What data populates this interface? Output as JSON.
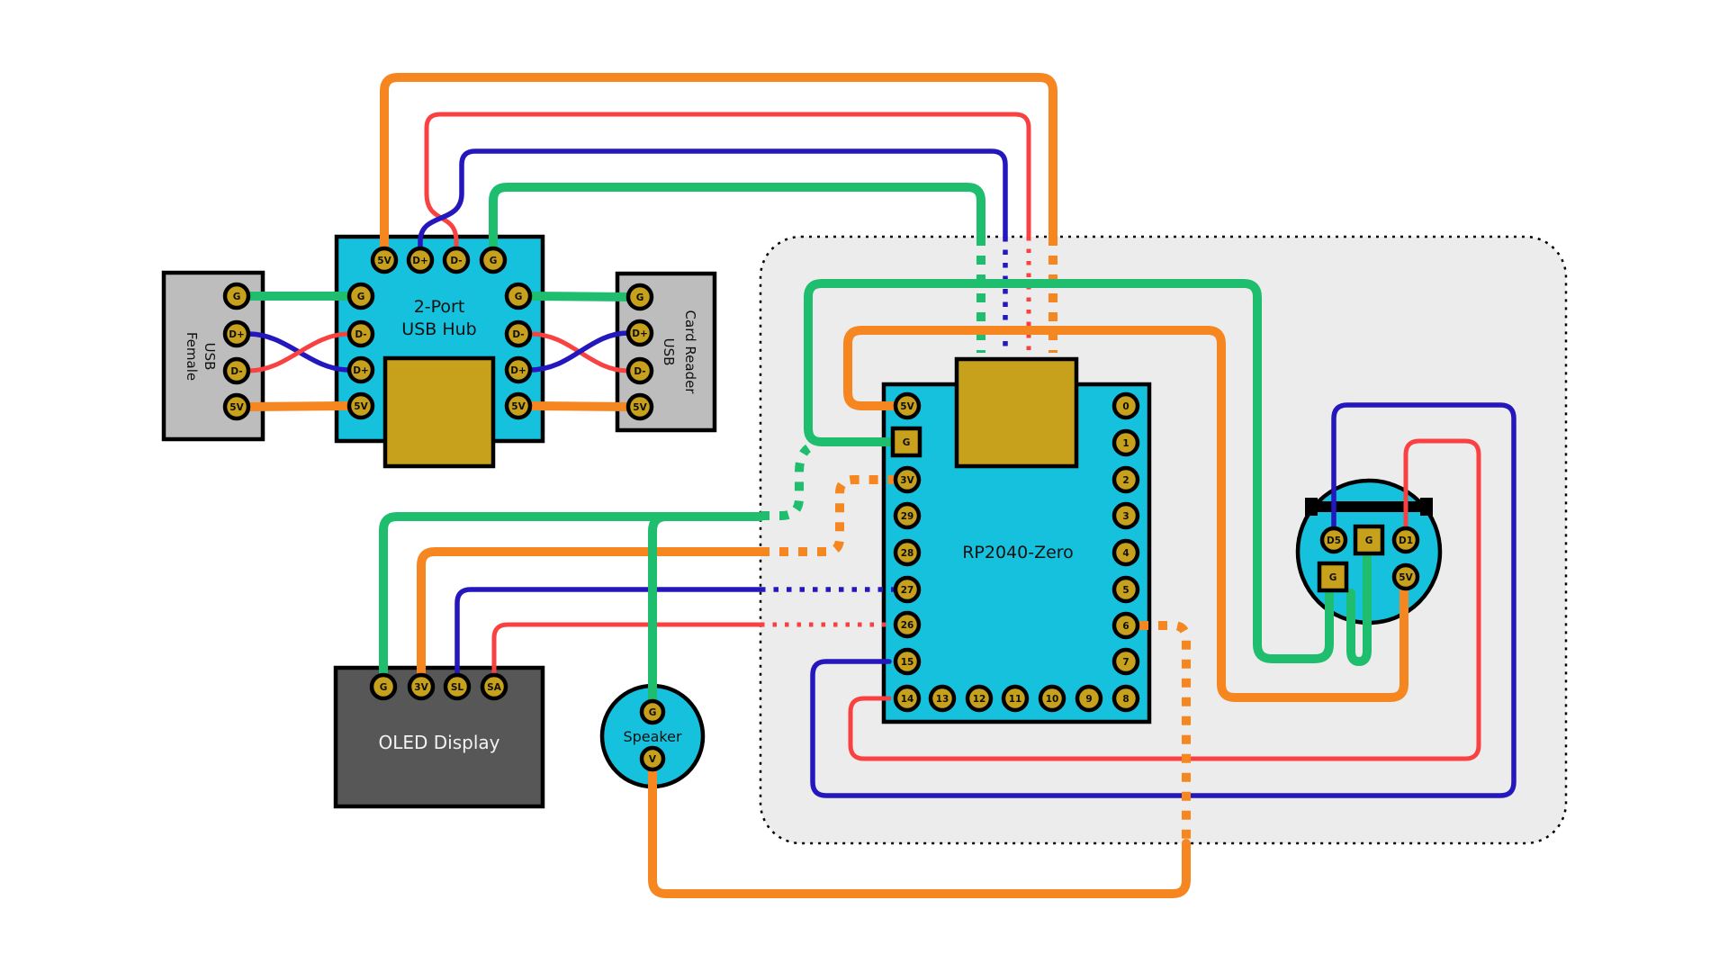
{
  "diagram": {
    "usb_female": {
      "label_lines": [
        "USB",
        "Female"
      ],
      "pins": [
        "G",
        "D+",
        "D-",
        "5V"
      ]
    },
    "usb_hub": {
      "label_lines": [
        "2-Port",
        "USB Hub"
      ],
      "pins_top": [
        "5V",
        "D+",
        "D-",
        "G"
      ],
      "pins_left": [
        "G",
        "D-",
        "D+",
        "5V"
      ],
      "pins_right": [
        "G",
        "D-",
        "D+",
        "5V"
      ]
    },
    "usb_card_reader": {
      "label_lines": [
        "USB",
        "Card Reader"
      ],
      "pins": [
        "G",
        "D+",
        "D-",
        "5V"
      ]
    },
    "rp2040": {
      "label": "RP2040-Zero",
      "pins_left": [
        "5V",
        "G",
        "3V",
        "29",
        "28",
        "27",
        "26",
        "15",
        "14"
      ],
      "pins_right": [
        "0",
        "1",
        "2",
        "3",
        "4",
        "5",
        "6",
        "7",
        "8"
      ],
      "pins_bottom": [
        "13",
        "12",
        "11",
        "10",
        "9"
      ]
    },
    "oled": {
      "label": "OLED Display",
      "pins": [
        "G",
        "3V",
        "SL",
        "SA"
      ]
    },
    "speaker": {
      "label": "Speaker",
      "pins": [
        "G",
        "V"
      ]
    },
    "rotary_module": {
      "pins": [
        "D5",
        "G",
        "D1",
        "G",
        "5V"
      ]
    },
    "colors": {
      "component_cyan": "#15C1DC",
      "pad_gold": "#C8A11C",
      "zone_fill": "#ECECEC",
      "connector_gray": "#BDBDBD",
      "oled_gray": "#575757",
      "wire_orange": "#F6861F",
      "wire_red": "#F94141",
      "wire_blue": "#2417BE",
      "wire_green": "#1EBE6E"
    }
  }
}
